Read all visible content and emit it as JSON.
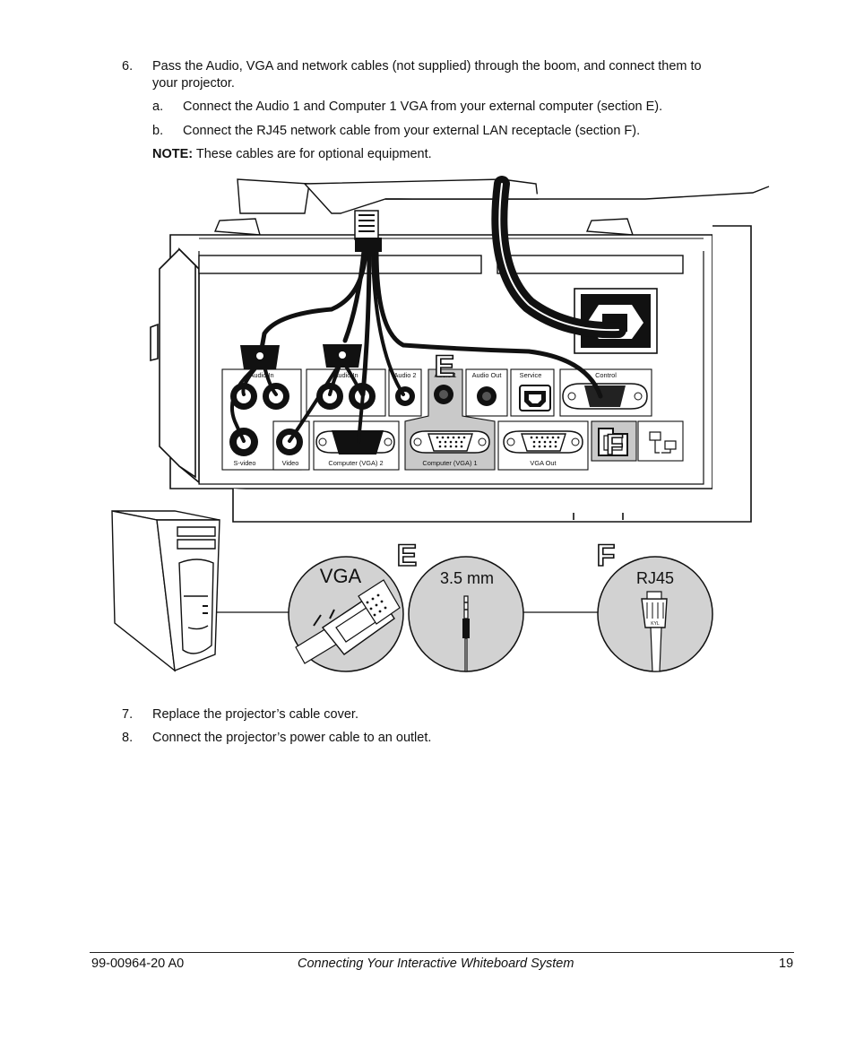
{
  "steps": [
    {
      "num": "6.",
      "lines": [
        "Pass the Audio, VGA and network cables (not supplied) through the boom, and connect them to",
        "your projector."
      ]
    },
    {
      "num": "7.",
      "text": "Replace the projector’s cable cover."
    },
    {
      "num": "8.",
      "text": "Connect the projector’s power cable to an outlet."
    }
  ],
  "substeps": [
    {
      "letter": "a.",
      "text": "Connect the Audio 1 and Computer 1 VGA from your external computer (section E)."
    },
    {
      "letter": "b.",
      "text": "Connect the RJ45 network cable from your external LAN receptacle (section F)."
    }
  ],
  "note": {
    "label": "NOTE:",
    "text": " These cables are for optional equipment."
  },
  "figure": {
    "ports": {
      "audio_in_1": "Audio In",
      "audio_in_2": "Audio In",
      "audio_2": "Audio 2",
      "audio_1": "Audio 1",
      "audio_out": "Audio Out",
      "service": "Service",
      "control": "Control",
      "svideo": "S-video",
      "video": "Video",
      "computer_vga_2": "Computer (VGA) 2",
      "computer_vga_1": "Computer (VGA) 1",
      "vga_out": "VGA Out"
    },
    "section_e": "E",
    "section_f": "F",
    "circles": {
      "vga": "VGA",
      "jack": "3.5 mm",
      "rj45": "RJ45"
    },
    "rj45_plug_text": "KYL"
  },
  "footer": {
    "doc_number": "99-00964-20 A0",
    "title": "Connecting Your Interactive Whiteboard System",
    "page": "19"
  }
}
